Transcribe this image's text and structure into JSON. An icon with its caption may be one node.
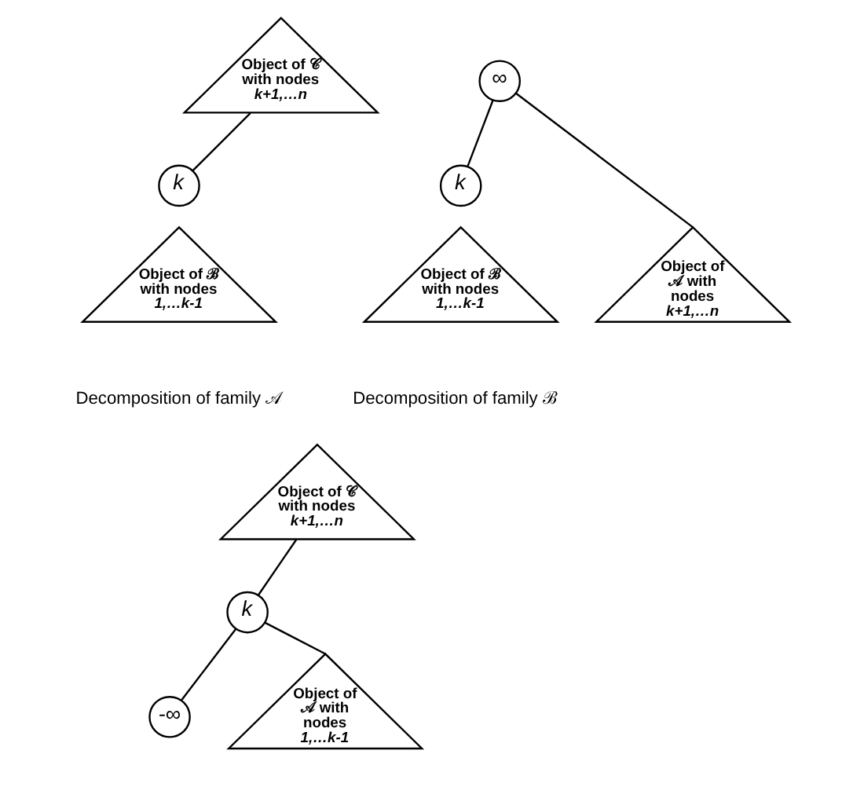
{
  "diagram": {
    "nodes": [
      {
        "text": [
          "Object of 𝒞 with nodes k+1,…n"
        ]
      },
      {
        "text": [
          "k"
        ]
      },
      {
        "text": [
          "Object of ℬ with nodes 1,…k-1"
        ]
      },
      {
        "text": [
          "∞"
        ]
      },
      {
        "text": [
          "k"
        ]
      },
      {
        "text": [
          "Object of ℬ with nodes 1,…k-1"
        ]
      },
      {
        "text": [
          "Object of 𝒜 with nodes k+1,…n"
        ]
      },
      {
        "text": [
          "Object of 𝒞 with nodes k+1,…n"
        ]
      },
      {
        "text": [
          "k"
        ]
      },
      {
        "text": [
          "-∞"
        ]
      },
      {
        "text": [
          "Object of 𝒜 with nodes 1,…k-1"
        ]
      }
    ],
    "edges": [
      {
        "from": 0,
        "to": 1,
        "arrow": "none"
      },
      {
        "from": 3,
        "to": 4,
        "arrow": "none"
      },
      {
        "from": 3,
        "to": 6,
        "arrow": "none"
      },
      {
        "from": 7,
        "to": 8,
        "arrow": "none"
      },
      {
        "from": 8,
        "to": 9,
        "arrow": "none"
      },
      {
        "from": 8,
        "to": 10,
        "arrow": "none"
      }
    ],
    "labels": [
      "Decomposition of family 𝒜",
      "Decomposition of family ℬ"
    ]
  }
}
